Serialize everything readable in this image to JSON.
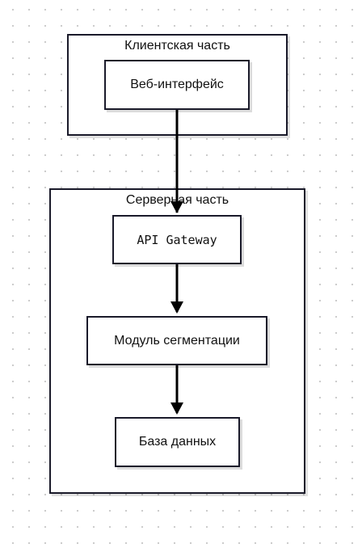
{
  "diagram": {
    "groups": [
      {
        "id": "client",
        "label": "Клиентская часть"
      },
      {
        "id": "server",
        "label": "Серверная часть"
      }
    ],
    "nodes": [
      {
        "id": "web",
        "label": "Веб-интерфейс"
      },
      {
        "id": "gateway",
        "label": "API Gateway"
      },
      {
        "id": "segmentation",
        "label": "Модуль сегментации"
      },
      {
        "id": "db",
        "label": "База данных"
      }
    ],
    "edges": [
      {
        "from": "web",
        "to": "gateway"
      },
      {
        "from": "gateway",
        "to": "segmentation"
      },
      {
        "from": "segmentation",
        "to": "db"
      }
    ],
    "colors": {
      "stroke": "#1a1a2a",
      "background": "#ffffff",
      "grid_dot": "#c9c9c9"
    }
  }
}
